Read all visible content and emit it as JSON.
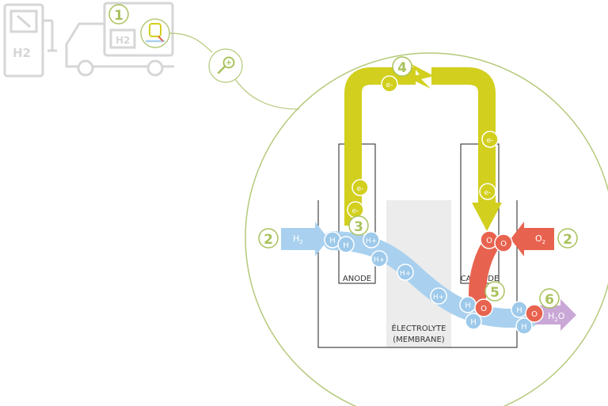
{
  "steps": {
    "s1": "1",
    "s2_left": "2",
    "s2_right": "2",
    "s3": "3",
    "s4": "4",
    "s5": "5",
    "s6": "6"
  },
  "labels": {
    "anode": "ANODE",
    "cathode": "CATHODE",
    "electrolyte_line1": "ÉLECTROLYTE",
    "electrolyte_line2": "(MEMBRANE)",
    "station_h2": "H2",
    "truck_h2": "H2"
  },
  "molecules": {
    "h2_base": "H",
    "h2_sub": "2",
    "o2_base": "O",
    "o2_sub": "2",
    "h2o_base": "H",
    "h2o_sub": "2",
    "h2o_tail": "O"
  },
  "particles": {
    "electron": "e-",
    "h": "H",
    "h_plus": "H+",
    "o": "O"
  },
  "colors": {
    "green": "#a9c25d",
    "green_line": "#b4c97a",
    "yellow": "#d2cf1e",
    "blue": "#a9d1ef",
    "blue_particle": "#9dc9ea",
    "red": "#e8634f",
    "purple": "#c9a7d6",
    "outline": "#222222",
    "membrane": "#ececec",
    "faded": "#d6d6d6"
  }
}
